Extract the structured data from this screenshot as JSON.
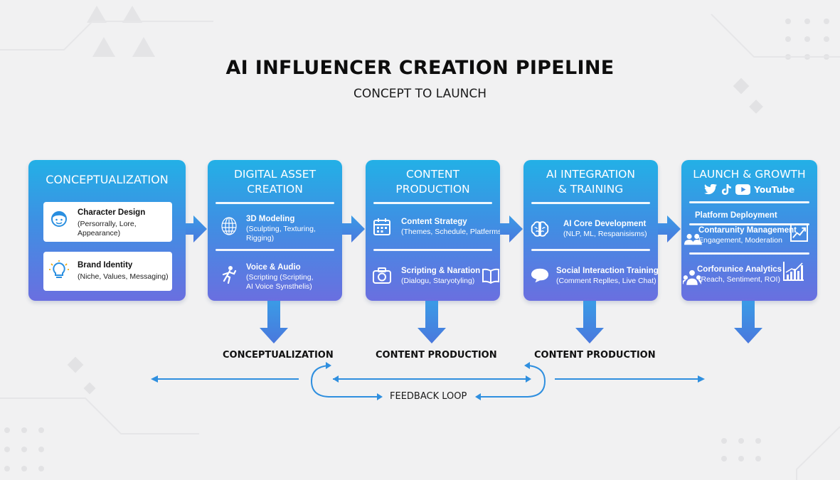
{
  "header": {
    "title": "AI INFLUENCER CREATION PIPELINE",
    "subtitle": "CONCEPT TO LAUNCH"
  },
  "colors": {
    "stage_gradient_top": "#23b0e6",
    "stage_gradient_bottom": "#6a6fe0",
    "arrow_blue": "#3d8fe0",
    "background": "#f1f1f2"
  },
  "stages": [
    {
      "title": "CONCEPTUALIZATION",
      "items": [
        {
          "icon": "character-face-icon",
          "heading": "Character Design",
          "detail": [
            "(Persorrally, Lore,",
            "Appearance)"
          ]
        },
        {
          "icon": "lightbulb-icon",
          "heading": "Brand Identity",
          "detail": [
            "(Niche, Values, Messaging)"
          ]
        }
      ]
    },
    {
      "title": [
        "DIGITAL ASSET",
        "CREATION"
      ],
      "items": [
        {
          "icon": "wireframe-head-icon",
          "heading": "3D Modeling",
          "detail": [
            "(Sculpting, Texturing,",
            "Rigging)"
          ]
        },
        {
          "icon": "voice-figure-icon",
          "heading": "Voice & Audio",
          "detail": [
            "(Scripting (Scripting,",
            "AI Voice Synsthelis)"
          ]
        }
      ]
    },
    {
      "title": [
        "CONTENT",
        "PRODUCTION"
      ],
      "items": [
        {
          "icon": "calendar-icon",
          "heading": "Content Strategy",
          "detail": [
            "(Themes, Schedule, Platferms)"
          ]
        },
        {
          "icon": "camera-icon",
          "heading": "Scripting & Naration",
          "detail": [
            "(Dialogu, Staryotyling)"
          ]
        }
      ]
    },
    {
      "title": [
        "AI INTEGRATION",
        "& TRAINING"
      ],
      "items": [
        {
          "icon": "brain-icon",
          "heading": "AI Core Development",
          "detail": [
            "(NLP, ML, Respanisisms)"
          ]
        },
        {
          "icon": "chat-bubble-icon",
          "heading": "Social Interaction Training",
          "detail": [
            "(Comment Replles, Live Chat)"
          ]
        }
      ]
    },
    {
      "title": "LAUNCH & GROWTH",
      "social": [
        "twitter-icon",
        "tiktok-icon",
        "youtube-icon"
      ],
      "social_label": "YouTube",
      "items": [
        {
          "heading": "Platform Deployment"
        },
        {
          "icon": "people-icon",
          "heading": "Contarunity Management",
          "detail": [
            "Engagement, Moderation"
          ],
          "side_icon": "trend-chart-icon"
        },
        {
          "icon": "network-people-icon",
          "heading": "Corforunice Analytics",
          "detail": [
            "(Reach, Sentiment, ROI)"
          ],
          "side_icon": "bar-chart-icon"
        }
      ]
    }
  ],
  "bottom_labels": [
    "CONCEPTUALIZATION",
    "CONTENT PRODUCTION",
    "CONTENT PRODUCTION"
  ],
  "feedback_label": "FEEDBACK LOOP"
}
